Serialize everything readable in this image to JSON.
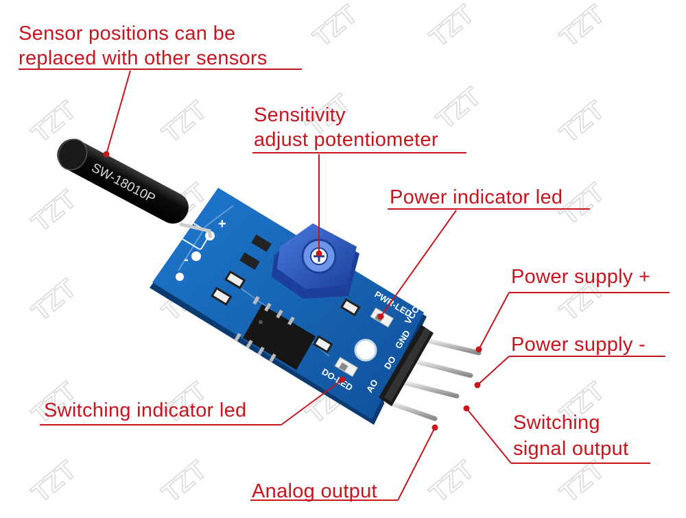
{
  "watermark": "TZT",
  "board": {
    "sensor_marking": "SW-18010P",
    "pin_marking_1": "PWR-LED",
    "pin_marking_2": "VCC",
    "pin_marking_3": "GND",
    "pin_marking_4": "DO",
    "pin_marking_5": "DO-LED",
    "pin_marking_6": "AO",
    "plus_sign": "+",
    "minus_sign": "-"
  },
  "labels": {
    "sensor_line1": "Sensor positions can be",
    "sensor_line2": "replaced with other sensors",
    "sensitivity_line1": "Sensitivity",
    "sensitivity_line2": "adjust potentiometer",
    "power_led": "Power indicator led",
    "power_plus": "Power supply +",
    "power_minus": "Power supply -",
    "switch_led": "Switching indicator led",
    "switch_out_line1": "Switching",
    "switch_out_line2": "signal output",
    "analog_out": "Analog output"
  },
  "colors": {
    "label": "#c8141c",
    "pcb": "#1565b8",
    "pot": "#2a5cc8",
    "header": "#1a1a1a",
    "pin": "#c8c8c8"
  }
}
